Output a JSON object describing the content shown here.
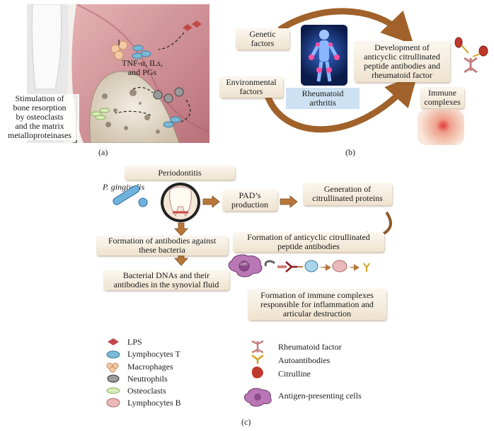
{
  "panel_a": {
    "label": "(a)",
    "cytokines": [
      "TNF-α, ILs,",
      "and PGs"
    ],
    "bracket_text": [
      "Stimulation of",
      "bone resorption",
      "by osteoclasts",
      "and the matrix",
      "metalloproteinases"
    ]
  },
  "panel_b": {
    "label": "(b)",
    "genetic": [
      "Genetic",
      "factors"
    ],
    "environmental": [
      "Environmental",
      "factors"
    ],
    "ra": [
      "Rheumatoid",
      "arthritis"
    ],
    "development": [
      "Development of",
      "anticyclic citrullinated",
      "peptide antibodies and",
      "rheumatoid factor"
    ],
    "immune_complexes": [
      "Immune",
      "complexes"
    ]
  },
  "panel_c": {
    "label": "(c)",
    "periodontitis": "Periodontitis",
    "pathogen": "P. gingivalis",
    "pad": [
      "PAD’s",
      "production"
    ],
    "generation": [
      "Generation of",
      "citrullinated proteins"
    ],
    "formation_bacteria": [
      "Formation of antibodies against",
      "these bacteria"
    ],
    "bacterial_dnas": [
      "Bacterial DNAs and their",
      "antibodies in the synovial fluid"
    ],
    "formation_acpa": [
      "Formation of anticyclic citrullinated",
      "peptide antibodies"
    ],
    "formation_immune": [
      "Formation of immune complexes",
      "responsible for inflammation and",
      "articular destruction"
    ],
    "apc_tag": "APC"
  },
  "legend": {
    "left": [
      "LPS",
      "Lymphocytes T",
      "Macrophages",
      "Neutrophils",
      "Osteoclasts",
      "Lymphocytes B"
    ],
    "right": [
      "Rheumatoid factor",
      "Autoantibodies",
      "Citrulline",
      "Antigen-presenting cells"
    ]
  },
  "colors": {
    "arrow_brown": "#a0622a",
    "box_fill": "#f3e9d9",
    "gum_pink": "#c98a8f",
    "lps_red": "#c04848",
    "lymph_t": "#7ab8d4",
    "citrulline": "#c0392b",
    "apc": "#8e4a8a"
  }
}
